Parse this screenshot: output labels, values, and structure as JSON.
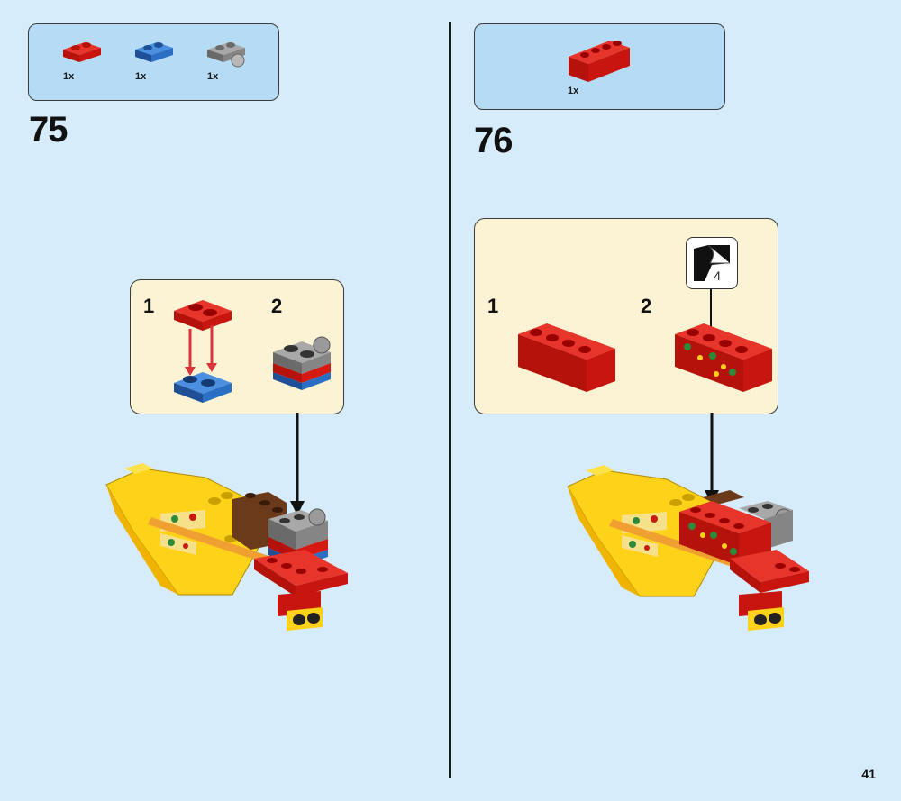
{
  "page_number": "41",
  "steps": [
    {
      "number": "75",
      "parts": [
        {
          "name": "red-plate-1x2",
          "qty": "1x",
          "color": "#d41a12"
        },
        {
          "name": "blue-plate-1x2",
          "qty": "1x",
          "color": "#2b6fc4"
        },
        {
          "name": "gray-plate-with-ball",
          "qty": "1x",
          "color": "#8a8a8a"
        }
      ],
      "substeps": [
        "1",
        "2"
      ]
    },
    {
      "number": "76",
      "parts": [
        {
          "name": "red-brick-1x4",
          "qty": "1x",
          "color": "#d41a12"
        }
      ],
      "substeps": [
        "1",
        "2"
      ],
      "sticker_number": "4"
    }
  ],
  "colors": {
    "background": "#d6ecfa",
    "parts_panel": "#b6dcf5",
    "callout": "#fbf3d3",
    "red": "#d41a12",
    "blue": "#2b6fc4",
    "yellow": "#ffd21a",
    "gray": "#8a8a8a",
    "brown": "#6b3a1a"
  }
}
